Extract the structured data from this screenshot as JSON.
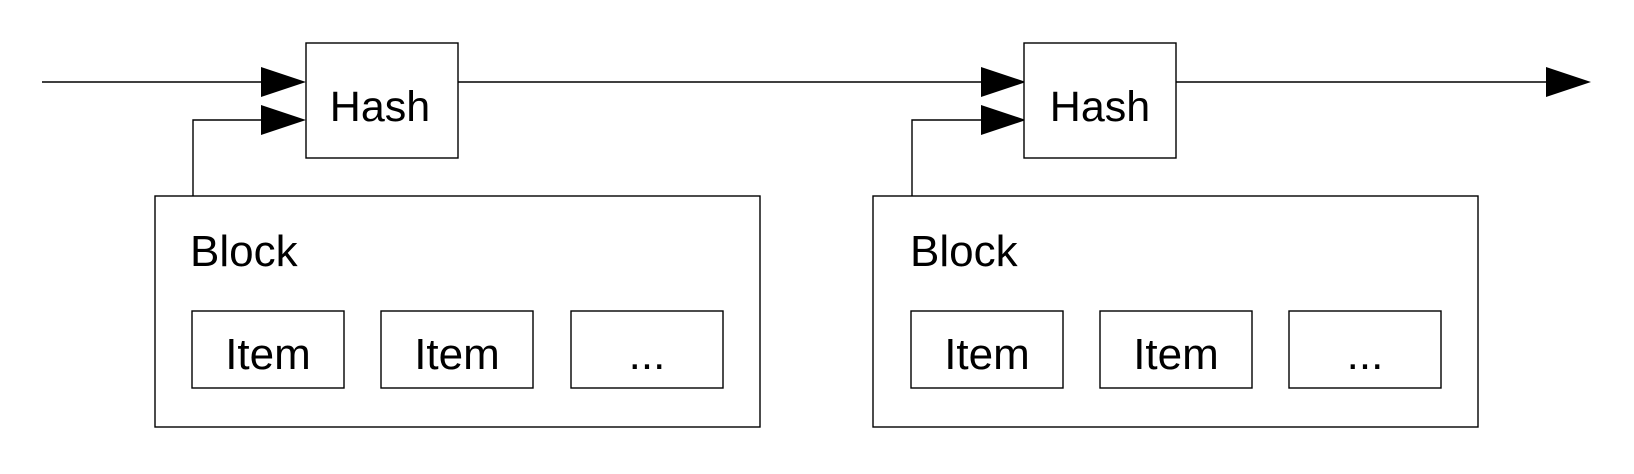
{
  "diagram": {
    "nodes": {
      "hash_1": {
        "label": "Hash"
      },
      "hash_2": {
        "label": "Hash"
      },
      "block_1": {
        "label": "Block",
        "items": [
          {
            "label": "Item"
          },
          {
            "label": "Item"
          },
          {
            "label": "..."
          }
        ]
      },
      "block_2": {
        "label": "Block",
        "items": [
          {
            "label": "Item"
          },
          {
            "label": "Item"
          },
          {
            "label": "..."
          }
        ]
      }
    },
    "edges": [
      {
        "from": "previous",
        "to": "hash_1"
      },
      {
        "from": "block_1",
        "to": "hash_1"
      },
      {
        "from": "hash_1",
        "to": "hash_2"
      },
      {
        "from": "block_2",
        "to": "hash_2"
      },
      {
        "from": "hash_2",
        "to": "next"
      }
    ]
  }
}
